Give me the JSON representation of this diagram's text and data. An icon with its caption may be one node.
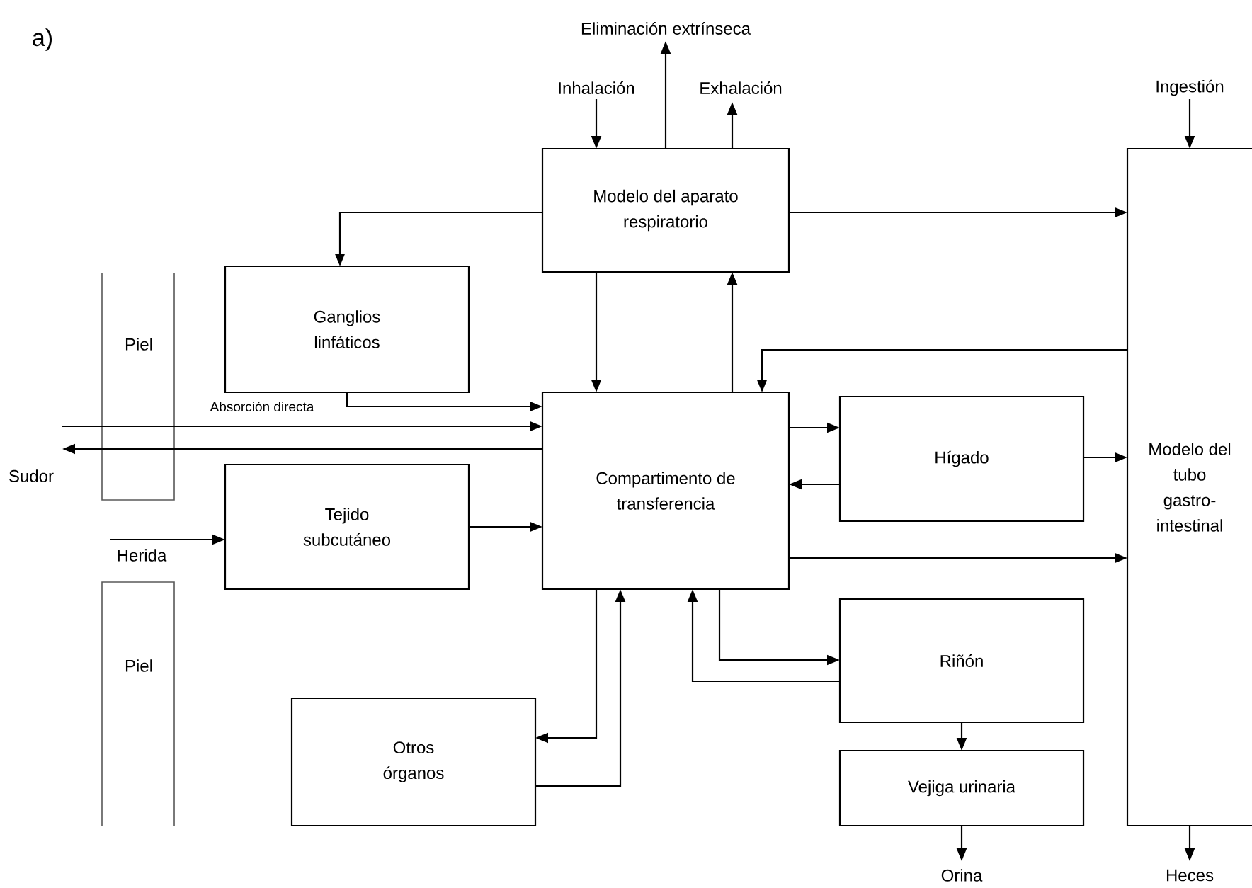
{
  "diagram": {
    "nodes": [
      {
        "text": [
          "Eliminación extrínseca"
        ]
      },
      {
        "text": [
          "Inhalación"
        ]
      },
      {
        "text": [
          "Exhalación"
        ]
      },
      {
        "text": [
          "Ingestión"
        ]
      },
      {
        "text": [
          "Modelo del aparato respiratorio"
        ]
      },
      {
        "text": [
          "Ganglios linfáticos"
        ]
      },
      {
        "text": [
          "Piel"
        ]
      },
      {
        "text": [
          "Compartimento de transferencia"
        ]
      },
      {
        "text": [
          "Hígado"
        ]
      },
      {
        "text": [
          "Modelo del tubo gastro-intestinal"
        ]
      },
      {
        "text": [
          "Sudor"
        ]
      },
      {
        "text": [
          "Tejido subcutáneo"
        ]
      },
      {
        "text": [
          "Herida"
        ]
      },
      {
        "text": [
          "Piel"
        ]
      },
      {
        "text": [
          "Otros órganos"
        ]
      },
      {
        "text": [
          "Riñón"
        ]
      },
      {
        "text": [
          "Vejiga urinaria"
        ]
      },
      {
        "text": [
          "Orina"
        ]
      },
      {
        "text": [
          "Heces"
        ]
      }
    ],
    "edges": [
      {
        "from": 4,
        "to": 0,
        "arrow": "to"
      },
      {
        "from": 1,
        "to": 4,
        "arrow": "to"
      },
      {
        "from": 4,
        "to": 2,
        "arrow": "to"
      },
      {
        "from": 3,
        "to": 9,
        "arrow": "to"
      },
      {
        "from": 4,
        "to": 5,
        "arrow": "to"
      },
      {
        "from": 4,
        "to": 9,
        "arrow": "to"
      },
      {
        "from": 4,
        "to": 7,
        "arrow": "to"
      },
      {
        "from": 7,
        "to": 4,
        "arrow": "to"
      },
      {
        "from": 5,
        "to": 7,
        "arrow": "to"
      },
      {
        "from": null,
        "to": 7,
        "arrow": "to",
        "label": "Absorción directa"
      },
      {
        "from": 7,
        "to": 10,
        "arrow": "to"
      },
      {
        "from": 12,
        "to": 11,
        "arrow": "to"
      },
      {
        "from": 11,
        "to": 7,
        "arrow": "to"
      },
      {
        "from": 7,
        "to": 8,
        "arrow": "to"
      },
      {
        "from": 8,
        "to": 7,
        "arrow": "to"
      },
      {
        "from": 8,
        "to": 9,
        "arrow": "to"
      },
      {
        "from": 9,
        "to": 7,
        "arrow": "to"
      },
      {
        "from": 7,
        "to": 9,
        "arrow": "to"
      },
      {
        "from": 7,
        "to": 14,
        "arrow": "to"
      },
      {
        "from": 14,
        "to": 7,
        "arrow": "to"
      },
      {
        "from": 7,
        "to": 15,
        "arrow": "to"
      },
      {
        "from": 15,
        "to": 7,
        "arrow": "to"
      },
      {
        "from": 15,
        "to": 16,
        "arrow": "to"
      },
      {
        "from": 16,
        "to": 17,
        "arrow": "to"
      },
      {
        "from": 9,
        "to": 18,
        "arrow": "to"
      }
    ],
    "labels": [
      "a)"
    ]
  }
}
